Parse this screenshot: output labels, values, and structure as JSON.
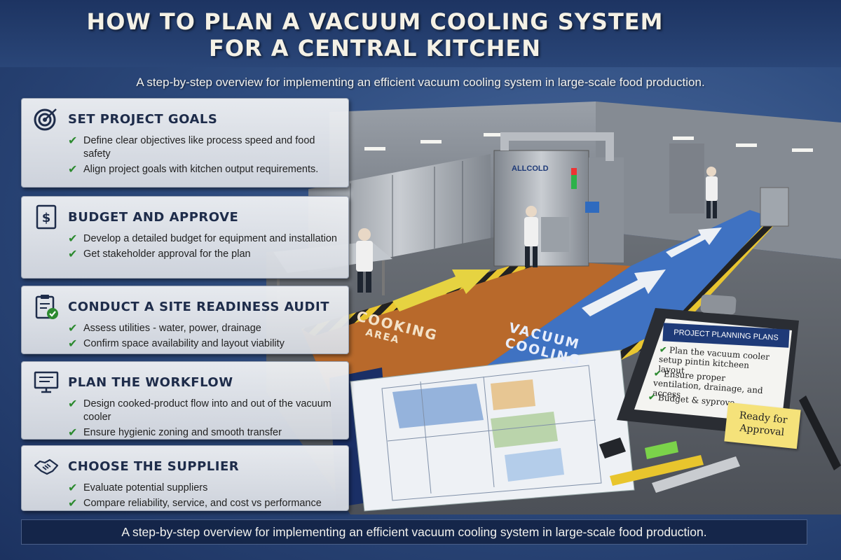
{
  "header": {
    "title_line1": "HOW TO PLAN A VACUUM COOLING SYSTEM",
    "title_line2": "FOR A CENTRAL KITCHEN",
    "subtitle": "A step-by-step overview for implementing an efficient vacuum cooling system in large-scale food production."
  },
  "steps": [
    {
      "icon": "target-icon",
      "title": "SET PROJECT GOALS",
      "items": [
        "Define clear objectives like process speed and food safety",
        "Align project goals with kitchen output requirements."
      ]
    },
    {
      "icon": "budget-document-icon",
      "title": "BUDGET AND APPROVE",
      "items": [
        "Develop a detailed budget for equipment and installation",
        "Get stakeholder approval for the plan"
      ]
    },
    {
      "icon": "clipboard-check-icon",
      "title": "CONDUCT A SITE READINESS AUDIT",
      "items": [
        "Assess utilities - water, power, drainage",
        "Confirm space availability and layout viability"
      ]
    },
    {
      "icon": "monitor-icon",
      "title": "PLAN THE WORKFLOW",
      "items": [
        "Design cooked-product flow into and out of the vacuum cooler",
        "Ensure hygienic zoning and smooth transfer"
      ]
    },
    {
      "icon": "handshake-icon",
      "title": "CHOOSE THE SUPPLIER",
      "items": [
        "Evaluate potential suppliers",
        "Compare reliability, service, and cost vs performance"
      ]
    }
  ],
  "scene": {
    "machine_brand": "ALLCOLD",
    "cooking_label_1": "COOKING",
    "cooking_label_2": "AREA",
    "cooling_label_1": "VACUUM",
    "cooling_label_2": "COOLING",
    "clipboard": {
      "title": "PROJECT PLANNING PLANS",
      "items": [
        "Plan the vacuum cooler setup pintin kitcheen layout",
        "Ensure proper ventilation, drainage, and access",
        "Budget & syprove"
      ]
    },
    "sticky_note_line1": "Ready for",
    "sticky_note_line2": "Approval"
  },
  "footer": {
    "text": "A step-by-step overview for implementing an efficient vacuum cooling system in large-scale food production."
  },
  "colors": {
    "background": "#2f4d80",
    "title_band": "#1d3462",
    "card_bg": "#e6e8ec",
    "check_green": "#2c8a2f",
    "cooking_floor": "#b8692b",
    "cooling_floor": "#3f72c2",
    "hazard_yellow": "#e9c630"
  }
}
